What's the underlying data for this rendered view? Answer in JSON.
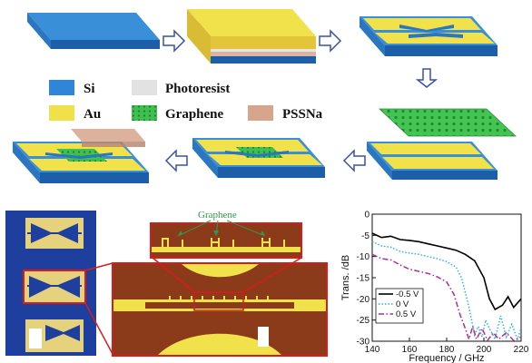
{
  "legend": [
    {
      "label": "Si",
      "color": "#2f86d6"
    },
    {
      "label": "Au",
      "color": "#f0e04a"
    },
    {
      "label": "Photoresist",
      "color": "#e2e2e2"
    },
    {
      "label": "Graphene",
      "color": "#3fbf4f"
    },
    {
      "label": "PSSNa",
      "color": "#d7a48c"
    }
  ],
  "micrograph": {
    "graphene_label": "Graphene"
  },
  "chart_data": {
    "type": "line",
    "xlabel": "Frequency / GHz",
    "ylabel": "Trans. /dB",
    "xlim": [
      140,
      220
    ],
    "ylim": [
      -30,
      0
    ],
    "xticks": [
      140,
      160,
      180,
      200,
      220
    ],
    "yticks": [
      0,
      -5,
      -10,
      -15,
      -20,
      -25,
      -30
    ],
    "grid": false,
    "legend_position": "bottom-left",
    "series": [
      {
        "name": "-0.5 V",
        "color": "#000000",
        "dash": "solid",
        "x": [
          140,
          145,
          150,
          155,
          160,
          165,
          170,
          175,
          180,
          185,
          190,
          195,
          200,
          203,
          206,
          210,
          213,
          216,
          220
        ],
        "y": [
          -4.5,
          -5.5,
          -5.2,
          -6.0,
          -6.2,
          -6.5,
          -7.0,
          -7.5,
          -8.0,
          -8.5,
          -9.5,
          -11.0,
          -15.0,
          -20.0,
          -22.5,
          -21.5,
          -19.5,
          -22.0,
          -20.0
        ]
      },
      {
        "name": "0 V",
        "color": "#2ab8d8",
        "dash": "dotted",
        "x": [
          140,
          145,
          150,
          155,
          160,
          165,
          170,
          175,
          180,
          185,
          188,
          192,
          195,
          197,
          199,
          201,
          203,
          206,
          209,
          212,
          215,
          218,
          220
        ],
        "y": [
          -6.5,
          -7.5,
          -7.8,
          -8.8,
          -9.2,
          -9.5,
          -10.0,
          -10.5,
          -11.2,
          -12.5,
          -15.0,
          -22.0,
          -28.5,
          -26.5,
          -29.0,
          -25.0,
          -27.0,
          -29.5,
          -24.0,
          -29.0,
          -26.0,
          -29.5,
          -27.0
        ]
      },
      {
        "name": "0.5 V",
        "color": "#b02a9a",
        "dash": "dashdot",
        "x": [
          140,
          145,
          150,
          155,
          160,
          165,
          170,
          175,
          180,
          184,
          187,
          190,
          192,
          194,
          196,
          199,
          202,
          205,
          208,
          212,
          216,
          220
        ],
        "y": [
          -9.5,
          -10.5,
          -10.8,
          -12.0,
          -13.0,
          -13.5,
          -14.0,
          -14.8,
          -16.0,
          -19.0,
          -23.5,
          -27.0,
          -29.5,
          -26.5,
          -29.5,
          -27.0,
          -29.8,
          -28.0,
          -29.5,
          -28.0,
          -29.8,
          -29.0
        ]
      }
    ]
  }
}
